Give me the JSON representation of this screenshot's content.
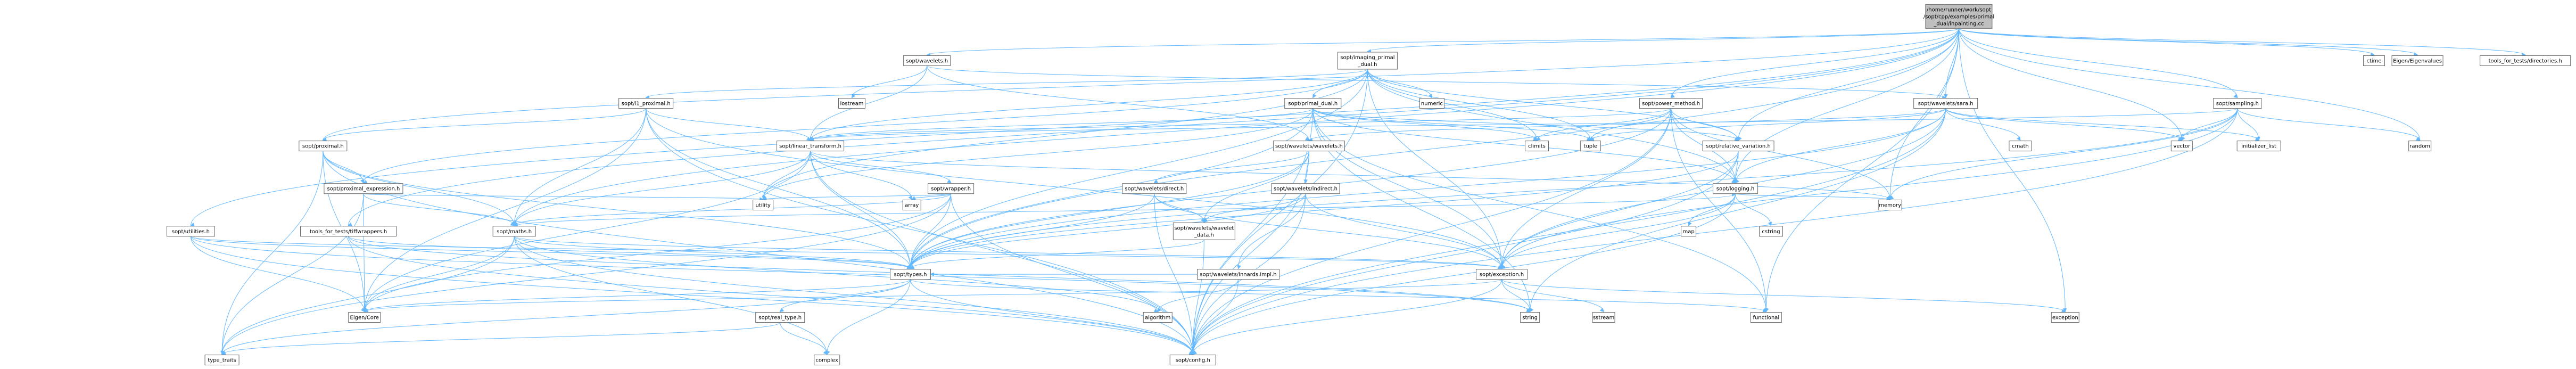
{
  "graph": {
    "colors": {
      "root_fill": "#bfbfbf",
      "linked_fill": "#ffffff",
      "external_fill": "#ffffff",
      "edge": "#63b8ff",
      "border": "#666666",
      "external_border": "#bfbfbf"
    },
    "nodes": [
      {
        "id": "root",
        "lines": [
          "/home/runner/work/sopt",
          "/sopt/cpp/examples/primal",
          "_dual/inpainting.cc"
        ],
        "kind": "root"
      },
      {
        "id": "wavelets_h",
        "lines": [
          "sopt/wavelets.h"
        ],
        "kind": "linked"
      },
      {
        "id": "imaging_pd",
        "lines": [
          "sopt/imaging_primal",
          "_dual.h"
        ],
        "kind": "linked"
      },
      {
        "id": "power_method",
        "lines": [
          "sopt/power_method.h"
        ],
        "kind": "linked"
      },
      {
        "id": "sara",
        "lines": [
          "sopt/wavelets/sara.h"
        ],
        "kind": "linked"
      },
      {
        "id": "sampling",
        "lines": [
          "sopt/sampling.h"
        ],
        "kind": "linked"
      },
      {
        "id": "ctime",
        "lines": [
          "ctime"
        ],
        "kind": "external"
      },
      {
        "id": "eigenvalues",
        "lines": [
          "Eigen/Eigenvalues"
        ],
        "kind": "external"
      },
      {
        "id": "tools_dirs",
        "lines": [
          "tools_for_tests/directories.h"
        ],
        "kind": "external"
      },
      {
        "id": "iostream",
        "lines": [
          "iostream"
        ],
        "kind": "external"
      },
      {
        "id": "l1_proximal",
        "lines": [
          "sopt/l1_proximal.h"
        ],
        "kind": "linked"
      },
      {
        "id": "primal_dual",
        "lines": [
          "sopt/primal_dual.h"
        ],
        "kind": "linked"
      },
      {
        "id": "numeric",
        "lines": [
          "numeric"
        ],
        "kind": "external"
      },
      {
        "id": "proximal",
        "lines": [
          "sopt/proximal.h"
        ],
        "kind": "linked"
      },
      {
        "id": "linear_transform",
        "lines": [
          "sopt/linear_transform.h"
        ],
        "kind": "linked"
      },
      {
        "id": "climits",
        "lines": [
          "climits"
        ],
        "kind": "external"
      },
      {
        "id": "tuple",
        "lines": [
          "tuple"
        ],
        "kind": "external"
      },
      {
        "id": "wavelets_wavelets",
        "lines": [
          "sopt/wavelets/wavelets.h"
        ],
        "kind": "linked"
      },
      {
        "id": "relative_variation",
        "lines": [
          "sopt/relative_variation.h"
        ],
        "kind": "linked"
      },
      {
        "id": "cmath",
        "lines": [
          "cmath"
        ],
        "kind": "external"
      },
      {
        "id": "vector",
        "lines": [
          "vector"
        ],
        "kind": "external"
      },
      {
        "id": "initializer_list",
        "lines": [
          "initializer_list"
        ],
        "kind": "external"
      },
      {
        "id": "random",
        "lines": [
          "random"
        ],
        "kind": "external"
      },
      {
        "id": "proximal_expression",
        "lines": [
          "sopt/proximal_expression.h"
        ],
        "kind": "linked"
      },
      {
        "id": "wrapper",
        "lines": [
          "sopt/wrapper.h"
        ],
        "kind": "linked"
      },
      {
        "id": "wavelets_direct",
        "lines": [
          "sopt/wavelets/direct.h"
        ],
        "kind": "linked"
      },
      {
        "id": "wavelets_indirect",
        "lines": [
          "sopt/wavelets/indirect.h"
        ],
        "kind": "linked"
      },
      {
        "id": "logging",
        "lines": [
          "sopt/logging.h"
        ],
        "kind": "linked"
      },
      {
        "id": "utility",
        "lines": [
          "utility"
        ],
        "kind": "external"
      },
      {
        "id": "array",
        "lines": [
          "array"
        ],
        "kind": "external"
      },
      {
        "id": "memory",
        "lines": [
          "memory"
        ],
        "kind": "external"
      },
      {
        "id": "utilities",
        "lines": [
          "sopt/utilities.h"
        ],
        "kind": "linked"
      },
      {
        "id": "tiffwrappers",
        "lines": [
          "tools_for_tests/tiffwrappers.h"
        ],
        "kind": "external"
      },
      {
        "id": "maths",
        "lines": [
          "sopt/maths.h"
        ],
        "kind": "linked"
      },
      {
        "id": "wavelet_data",
        "lines": [
          "sopt/wavelets/wavelet",
          "_data.h"
        ],
        "kind": "linked"
      },
      {
        "id": "map",
        "lines": [
          "map"
        ],
        "kind": "external"
      },
      {
        "id": "cstring",
        "lines": [
          "cstring"
        ],
        "kind": "external"
      },
      {
        "id": "types",
        "lines": [
          "sopt/types.h"
        ],
        "kind": "linked"
      },
      {
        "id": "exception",
        "lines": [
          "sopt/exception.h"
        ],
        "kind": "linked"
      },
      {
        "id": "innards",
        "lines": [
          "sopt/wavelets/innards.impl.h"
        ],
        "kind": "linked"
      },
      {
        "id": "eigen_core",
        "lines": [
          "Eigen/Core"
        ],
        "kind": "external"
      },
      {
        "id": "real_type",
        "lines": [
          "sopt/real_type.h"
        ],
        "kind": "linked"
      },
      {
        "id": "string",
        "lines": [
          "string"
        ],
        "kind": "external"
      },
      {
        "id": "sstream",
        "lines": [
          "sstream"
        ],
        "kind": "external"
      },
      {
        "id": "functional",
        "lines": [
          "functional"
        ],
        "kind": "external"
      },
      {
        "id": "std_exception",
        "lines": [
          "exception"
        ],
        "kind": "external"
      },
      {
        "id": "algorithm",
        "lines": [
          "algorithm"
        ],
        "kind": "external"
      },
      {
        "id": "type_traits",
        "lines": [
          "type_traits"
        ],
        "kind": "external"
      },
      {
        "id": "complex",
        "lines": [
          "complex"
        ],
        "kind": "external"
      },
      {
        "id": "config",
        "lines": [
          "sopt/config.h"
        ],
        "kind": "linked"
      }
    ],
    "edges": [
      [
        "root",
        "wavelets_h"
      ],
      [
        "root",
        "imaging_pd"
      ],
      [
        "root",
        "power_method"
      ],
      [
        "root",
        "sara"
      ],
      [
        "root",
        "sampling"
      ],
      [
        "root",
        "ctime"
      ],
      [
        "root",
        "eigenvalues"
      ],
      [
        "root",
        "tools_dirs"
      ],
      [
        "root",
        "relative_variation"
      ],
      [
        "root",
        "vector"
      ],
      [
        "root",
        "random"
      ],
      [
        "root",
        "maths"
      ],
      [
        "root",
        "utilities"
      ],
      [
        "root",
        "tiffwrappers"
      ],
      [
        "root",
        "types"
      ],
      [
        "root",
        "logging"
      ],
      [
        "root",
        "proximal"
      ],
      [
        "root",
        "std_exception"
      ],
      [
        "root",
        "functional"
      ],
      [
        "root",
        "memory"
      ],
      [
        "wavelets_h",
        "iostream"
      ],
      [
        "wavelets_h",
        "linear_transform"
      ],
      [
        "wavelets_h",
        "wavelets_wavelets"
      ],
      [
        "wavelets_h",
        "sara"
      ],
      [
        "imaging_pd",
        "l1_proximal"
      ],
      [
        "imaging_pd",
        "primal_dual"
      ],
      [
        "imaging_pd",
        "numeric"
      ],
      [
        "imaging_pd",
        "climits"
      ],
      [
        "imaging_pd",
        "tuple"
      ],
      [
        "imaging_pd",
        "linear_transform"
      ],
      [
        "imaging_pd",
        "relative_variation"
      ],
      [
        "imaging_pd",
        "logging"
      ],
      [
        "imaging_pd",
        "exception"
      ],
      [
        "imaging_pd",
        "types"
      ],
      [
        "imaging_pd",
        "utility"
      ],
      [
        "imaging_pd",
        "config"
      ],
      [
        "imaging_pd",
        "proximal_expression"
      ],
      [
        "l1_proximal",
        "proximal"
      ],
      [
        "l1_proximal",
        "linear_transform"
      ],
      [
        "l1_proximal",
        "maths"
      ],
      [
        "l1_proximal",
        "types"
      ],
      [
        "l1_proximal",
        "exception"
      ],
      [
        "l1_proximal",
        "eigen_core"
      ],
      [
        "l1_proximal",
        "config"
      ],
      [
        "primal_dual",
        "linear_transform"
      ],
      [
        "primal_dual",
        "climits"
      ],
      [
        "primal_dual",
        "tuple"
      ],
      [
        "primal_dual",
        "logging"
      ],
      [
        "primal_dual",
        "exception"
      ],
      [
        "primal_dual",
        "types"
      ],
      [
        "primal_dual",
        "utility"
      ],
      [
        "primal_dual",
        "relative_variation"
      ],
      [
        "primal_dual",
        "functional"
      ],
      [
        "primal_dual",
        "string"
      ],
      [
        "primal_dual",
        "config"
      ],
      [
        "power_method",
        "linear_transform"
      ],
      [
        "power_method",
        "tuple"
      ],
      [
        "power_method",
        "climits"
      ],
      [
        "power_method",
        "logging"
      ],
      [
        "power_method",
        "relative_variation"
      ],
      [
        "power_method",
        "exception"
      ],
      [
        "power_method",
        "types"
      ],
      [
        "power_method",
        "memory"
      ],
      [
        "power_method",
        "config"
      ],
      [
        "power_method",
        "functional"
      ],
      [
        "sara",
        "wavelets_wavelets"
      ],
      [
        "sara",
        "initializer_list"
      ],
      [
        "sara",
        "cmath"
      ],
      [
        "sara",
        "vector"
      ],
      [
        "sara",
        "tuple"
      ],
      [
        "sara",
        "logging"
      ],
      [
        "sara",
        "types"
      ],
      [
        "sara",
        "exception"
      ],
      [
        "sara",
        "config"
      ],
      [
        "sara",
        "string"
      ],
      [
        "sampling",
        "vector"
      ],
      [
        "sampling",
        "random"
      ],
      [
        "sampling",
        "initializer_list"
      ],
      [
        "sampling",
        "memory"
      ],
      [
        "sampling",
        "linear_transform"
      ],
      [
        "sampling",
        "types"
      ],
      [
        "sampling",
        "exception"
      ],
      [
        "sampling",
        "config"
      ],
      [
        "proximal",
        "proximal_expression"
      ],
      [
        "proximal",
        "maths"
      ],
      [
        "proximal",
        "types"
      ],
      [
        "proximal",
        "eigen_core"
      ],
      [
        "proximal",
        "type_traits"
      ],
      [
        "proximal",
        "config"
      ],
      [
        "proximal_expression",
        "maths"
      ],
      [
        "proximal_expression",
        "utility"
      ],
      [
        "proximal_expression",
        "eigen_core"
      ],
      [
        "proximal_expression",
        "type_traits"
      ],
      [
        "linear_transform",
        "wrapper"
      ],
      [
        "linear_transform",
        "maths"
      ],
      [
        "linear_transform",
        "types"
      ],
      [
        "linear_transform",
        "utility"
      ],
      [
        "linear_transform",
        "array"
      ],
      [
        "linear_transform",
        "memory"
      ],
      [
        "linear_transform",
        "eigen_core"
      ],
      [
        "linear_transform",
        "config"
      ],
      [
        "wrapper",
        "maths"
      ],
      [
        "wrapper",
        "types"
      ],
      [
        "wrapper",
        "array"
      ],
      [
        "wrapper",
        "utility"
      ],
      [
        "wrapper",
        "type_traits"
      ],
      [
        "wrapper",
        "eigen_core"
      ],
      [
        "wrapper",
        "config"
      ],
      [
        "wavelets_wavelets",
        "wavelets_direct"
      ],
      [
        "wavelets_wavelets",
        "wavelets_indirect"
      ],
      [
        "wavelets_wavelets",
        "wavelet_data"
      ],
      [
        "wavelets_wavelets",
        "types"
      ],
      [
        "wavelets_wavelets",
        "config"
      ],
      [
        "wavelets_direct",
        "wavelet_data"
      ],
      [
        "wavelets_direct",
        "types"
      ],
      [
        "wavelets_direct",
        "exception"
      ],
      [
        "wavelets_direct",
        "config"
      ],
      [
        "wavelets_indirect",
        "wavelet_data"
      ],
      [
        "wavelets_indirect",
        "innards"
      ],
      [
        "wavelets_indirect",
        "types"
      ],
      [
        "wavelets_indirect",
        "exception"
      ],
      [
        "wavelets_indirect",
        "config"
      ],
      [
        "wavelet_data",
        "types"
      ],
      [
        "wavelet_data",
        "config"
      ],
      [
        "innards",
        "algorithm"
      ],
      [
        "innards",
        "types"
      ],
      [
        "innards",
        "config"
      ],
      [
        "relative_variation",
        "logging"
      ],
      [
        "relative_variation",
        "types"
      ],
      [
        "relative_variation",
        "exception"
      ],
      [
        "relative_variation",
        "config"
      ],
      [
        "logging",
        "map"
      ],
      [
        "logging",
        "cstring"
      ],
      [
        "logging",
        "memory"
      ],
      [
        "logging",
        "exception"
      ],
      [
        "logging",
        "config"
      ],
      [
        "utilities",
        "types"
      ],
      [
        "utilities",
        "exception"
      ],
      [
        "utilities",
        "string"
      ],
      [
        "utilities",
        "config"
      ],
      [
        "utilities",
        "eigen_core"
      ],
      [
        "tiffwrappers",
        "types"
      ],
      [
        "tiffwrappers",
        "config"
      ],
      [
        "tiffwrappers",
        "string"
      ],
      [
        "maths",
        "types"
      ],
      [
        "maths",
        "exception"
      ],
      [
        "maths",
        "algorithm"
      ],
      [
        "maths",
        "eigen_core"
      ],
      [
        "maths",
        "type_traits"
      ],
      [
        "maths",
        "complex"
      ],
      [
        "maths",
        "config"
      ],
      [
        "maths",
        "logging"
      ],
      [
        "types",
        "eigen_core"
      ],
      [
        "types",
        "real_type"
      ],
      [
        "types",
        "complex"
      ],
      [
        "types",
        "type_traits"
      ],
      [
        "types",
        "config"
      ],
      [
        "types",
        "functional"
      ],
      [
        "real_type",
        "complex"
      ],
      [
        "real_type",
        "type_traits"
      ],
      [
        "exception",
        "std_exception"
      ],
      [
        "exception",
        "sstream"
      ],
      [
        "exception",
        "string"
      ],
      [
        "exception",
        "config"
      ],
      [
        "exception",
        "eigen_core"
      ]
    ]
  }
}
